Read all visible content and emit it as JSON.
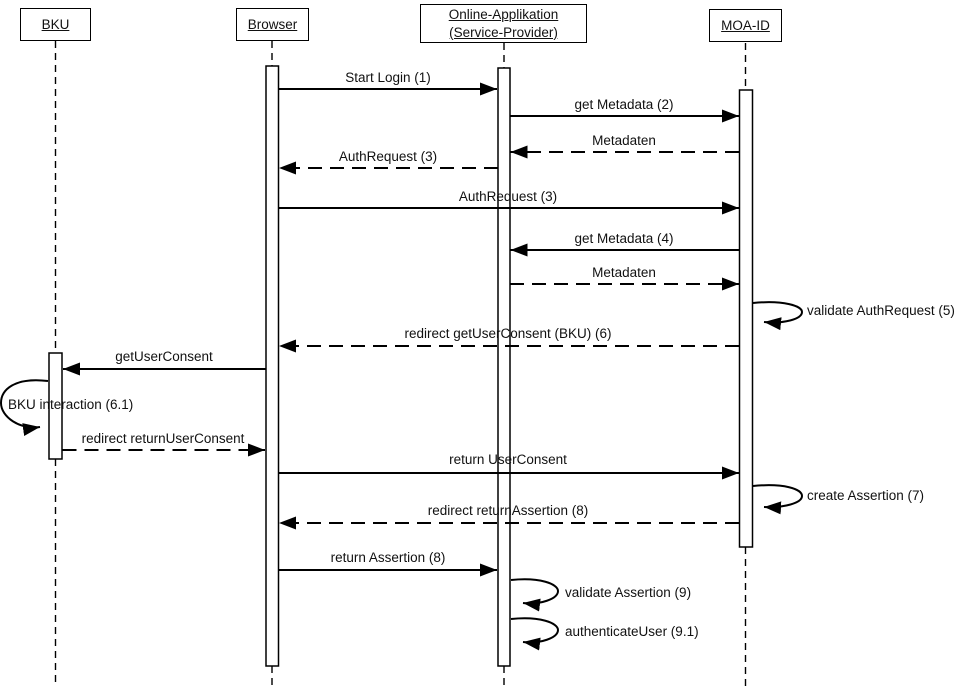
{
  "diagram": {
    "kind": "uml-sequence-diagram",
    "colors": {
      "line": "#000000",
      "background": "#ffffff",
      "text": "#111111"
    }
  },
  "actors": [
    {
      "id": "bku",
      "label": "BKU"
    },
    {
      "id": "browser",
      "label": "Browser"
    },
    {
      "id": "online-applikation",
      "label": "Online-Applikation (Service-Provider)"
    },
    {
      "id": "moa-id",
      "label": "MOA-ID"
    }
  ],
  "messages": [
    {
      "from": "browser",
      "to": "online-applikation",
      "label": "Start Login (1)",
      "line": "solid"
    },
    {
      "from": "online-applikation",
      "to": "moa-id",
      "label": "get Metadata (2)",
      "line": "solid"
    },
    {
      "from": "moa-id",
      "to": "online-applikation",
      "label": "Metadaten",
      "line": "dashed"
    },
    {
      "from": "online-applikation",
      "to": "browser",
      "label": "AuthRequest (3)",
      "line": "dashed"
    },
    {
      "from": "browser",
      "to": "moa-id",
      "label": "AuthRequest (3)",
      "line": "solid"
    },
    {
      "from": "moa-id",
      "to": "online-applikation",
      "label": "get Metadata (4)",
      "line": "solid"
    },
    {
      "from": "online-applikation",
      "to": "moa-id",
      "label": "Metadaten",
      "line": "dashed"
    },
    {
      "from": "moa-id",
      "to": "moa-id",
      "label": "validate AuthRequest (5)",
      "line": "self-loop"
    },
    {
      "from": "moa-id",
      "to": "browser",
      "label": "redirect getUserConsent (BKU) (6)",
      "line": "dashed"
    },
    {
      "from": "browser",
      "to": "bku",
      "label": "getUserConsent",
      "line": "solid"
    },
    {
      "from": "bku",
      "to": "bku",
      "label": "BKU interaction (6.1)",
      "line": "self-loop"
    },
    {
      "from": "bku",
      "to": "browser",
      "label": "redirect returnUserConsent",
      "line": "dashed"
    },
    {
      "from": "browser",
      "to": "moa-id",
      "label": "return UserConsent",
      "line": "solid"
    },
    {
      "from": "moa-id",
      "to": "moa-id",
      "label": "create Assertion (7)",
      "line": "self-loop"
    },
    {
      "from": "moa-id",
      "to": "browser",
      "label": "redirect returnAssertion (8)",
      "line": "dashed"
    },
    {
      "from": "browser",
      "to": "online-applikation",
      "label": "return Assertion (8)",
      "line": "solid"
    },
    {
      "from": "online-applikation",
      "to": "online-applikation",
      "label": "validate Assertion (9)",
      "line": "self-loop"
    },
    {
      "from": "online-applikation",
      "to": "online-applikation",
      "label": "authenticateUser (9.1)",
      "line": "self-loop"
    }
  ]
}
